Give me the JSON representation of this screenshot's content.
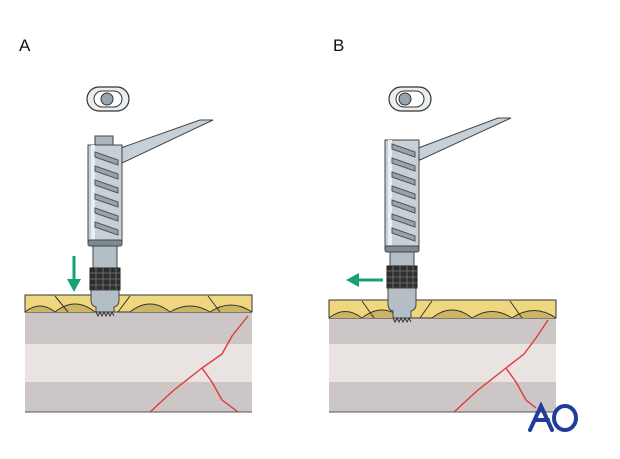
{
  "panels": [
    {
      "label": "A",
      "arrow_direction": "down"
    },
    {
      "label": "B",
      "arrow_direction": "left"
    }
  ],
  "logo": {
    "text": "AO",
    "color": "#1f3d99"
  },
  "colors": {
    "arrow": "#16a36f",
    "fracture": "#e03a3a",
    "bone_layer_dark": "#ccc6c6",
    "bone_layer_light": "#e9e3e2",
    "periosteum": "#efd77f",
    "periosteum_scallop": "#cdb465",
    "instrument": "#c7d0d6"
  }
}
